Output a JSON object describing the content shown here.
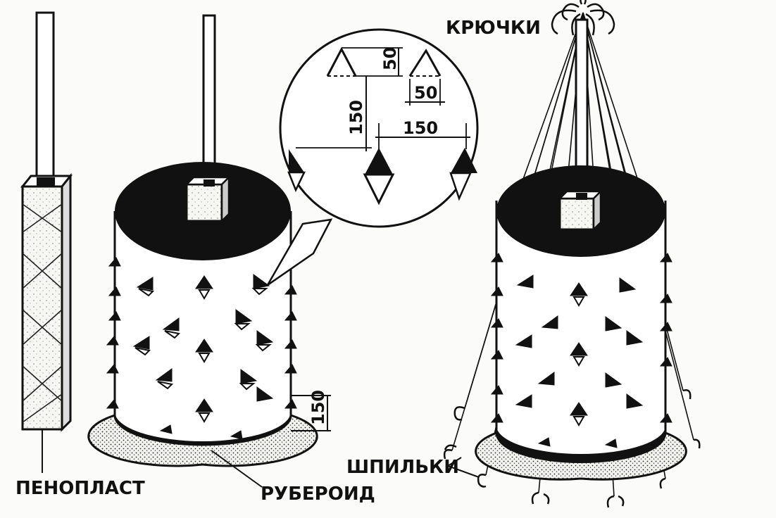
{
  "labels": {
    "foam": "ПЕНОПЛАСТ",
    "roofing": "РУБЕРОИД",
    "hooks": "КРЮЧКИ",
    "pins": "ШПИЛЬКИ"
  },
  "dimensions": {
    "cut_height": "50",
    "cut_width": "50",
    "vertical_spacing": "150",
    "horizontal_spacing": "150",
    "bottom_offset": "150"
  },
  "colors": {
    "ink": "#111111",
    "paper": "#fbfbf9"
  }
}
